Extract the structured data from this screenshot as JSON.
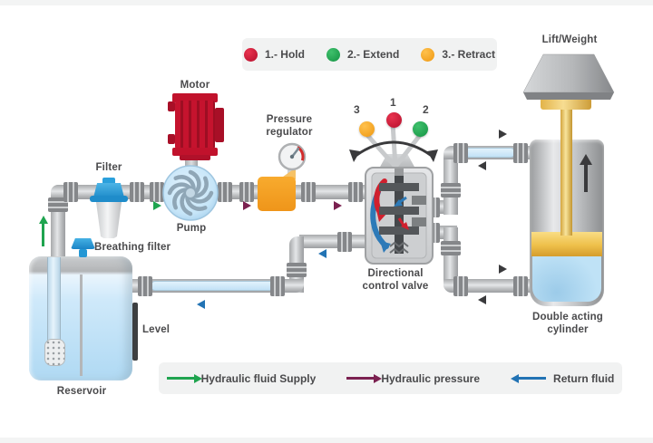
{
  "state_legend": {
    "items": [
      {
        "label": "1.- Hold",
        "color": "#c41230"
      },
      {
        "label": "2.- Extend",
        "color": "#1fa44f"
      },
      {
        "label": "3.- Retract",
        "color": "#f6a21d"
      }
    ]
  },
  "flow_legend": {
    "supply": {
      "label": "Hydraulic fluid Supply",
      "color": "#1fa44f"
    },
    "pressure": {
      "label": "Hydraulic pressure",
      "color": "#7b2150"
    },
    "return": {
      "label": "Return fluid",
      "color": "#2273b4"
    }
  },
  "components": {
    "reservoir": "Reservoir",
    "breathing_filter": "Breathing filter",
    "level": "Level",
    "filter": "Filter",
    "motor": "Motor",
    "pump": "Pump",
    "pressure_regulator": "Pressure regulator",
    "directional_control_valve": "Directional control valve",
    "double_acting_cylinder": "Double acting cylinder",
    "lift_weight": "Lift/Weight"
  },
  "valve": {
    "positions": [
      {
        "label": "3",
        "color": "#f6a21d"
      },
      {
        "label": "1",
        "color": "#c41230"
      },
      {
        "label": "2",
        "color": "#1fa44f"
      }
    ]
  },
  "colors": {
    "pipe": "#c6c8ca",
    "black_arrow": "#3a3a3c",
    "motor_red": "#c1122c",
    "regulator_orange": "#f49d1e",
    "filter_blue": "#2ba0dc",
    "fluid_blue": "#cfe9fa",
    "piston_gold": "#eec04a"
  }
}
